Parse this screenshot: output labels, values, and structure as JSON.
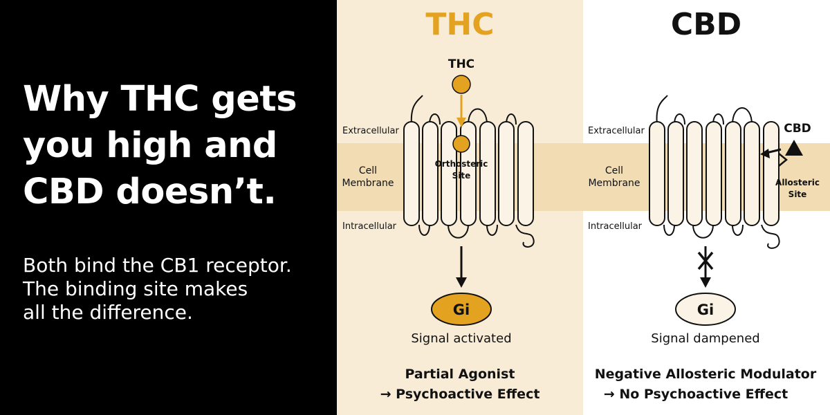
{
  "headline": {
    "line1": "Why THC gets",
    "line2": "you high and",
    "line3": "CBD doesn’t."
  },
  "subtext": {
    "line1": "Both bind the CB1 receptor.",
    "line2": "The binding site makes",
    "line3": "all the difference."
  },
  "thc_panel": {
    "title": "THC",
    "ligand_label": "THC",
    "label_extracellular": "Extracellular",
    "label_membrane_1": "Cell",
    "label_membrane_2": "Membrane",
    "label_intracellular": "Intracellular",
    "site_label_1": "Orthosteric",
    "site_label_2": "Site",
    "protein_label": "Gi",
    "signal_text": "Signal activated",
    "mechanism_1": "Partial Agonist",
    "mechanism_2": "→ Psychoactive Effect"
  },
  "cbd_panel": {
    "title": "CBD",
    "ligand_label": "CBD",
    "label_extracellular": "Extracellular",
    "label_membrane_1": "Cell",
    "label_membrane_2": "Membrane",
    "label_intracellular": "Intracellular",
    "site_label_1": "Allosteric",
    "site_label_2": "Site",
    "protein_label": "Gi",
    "signal_text": "Signal dampened",
    "mechanism_1": "Negative Allosteric Modulator",
    "mechanism_2": "→ No Psychoactive Effect"
  },
  "colors": {
    "accent": "#e3a21f",
    "thc_background": "#f8ecd7",
    "membrane_band": "#f1dcb4",
    "cbd_background": "#ffffff",
    "left_background": "#000000",
    "ink": "#111111"
  }
}
